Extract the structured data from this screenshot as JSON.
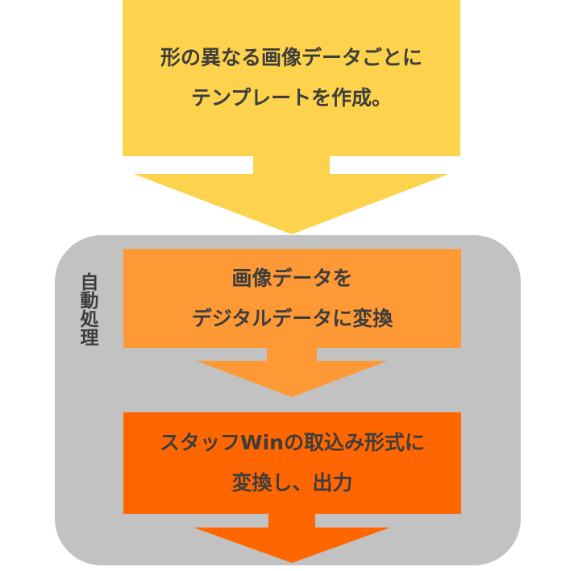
{
  "colors": {
    "panel": "#c2c2c2",
    "step1": "#fdd24c",
    "step2": "#fe9935",
    "step3": "#ff6600",
    "text": "#3d3d3d"
  },
  "auto_section": {
    "label": "自動処理"
  },
  "steps": [
    {
      "line1": "形の異なる画像データごとに",
      "line2": "テンプレートを作成。"
    },
    {
      "line1": "画像データを",
      "line2": "デジタルデータに変換"
    },
    {
      "line1": "スタッフWinの取込み形式に",
      "line2": "変換し、出力"
    }
  ]
}
